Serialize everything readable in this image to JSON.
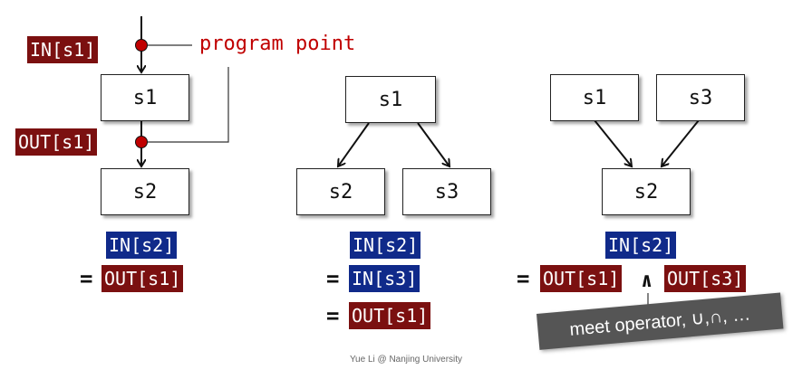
{
  "left": {
    "in_s1_tag": "IN[s1]",
    "out_s1_tag": "OUT[s1]",
    "program_point_label": "program point",
    "block_s1": "s1",
    "block_s2": "s2",
    "eq_lhs": "IN[s2]",
    "eq_sign": "=",
    "eq_rhs": "OUT[s1]"
  },
  "middle": {
    "block_s1": "s1",
    "block_s2": "s2",
    "block_s3": "s3",
    "eq_lhs": "IN[s2]",
    "eq_sign_1": "=",
    "eq_rhs_1": "IN[s3]",
    "eq_sign_2": "=",
    "eq_rhs_2": "OUT[s1]"
  },
  "right": {
    "block_s1": "s1",
    "block_s3": "s3",
    "block_s2": "s2",
    "eq_lhs": "IN[s2]",
    "eq_sign": "=",
    "eq_term_1": "OUT[s1]",
    "meet_symbol": "∧",
    "eq_term_2": "OUT[s3]",
    "meet_note": "meet operator, ∪,∩, …"
  },
  "footer": "Yue Li @ Nanjing University",
  "colors": {
    "tag_red": "#7b1010",
    "tag_blue": "#102a8a",
    "program_point": "#c00000"
  }
}
